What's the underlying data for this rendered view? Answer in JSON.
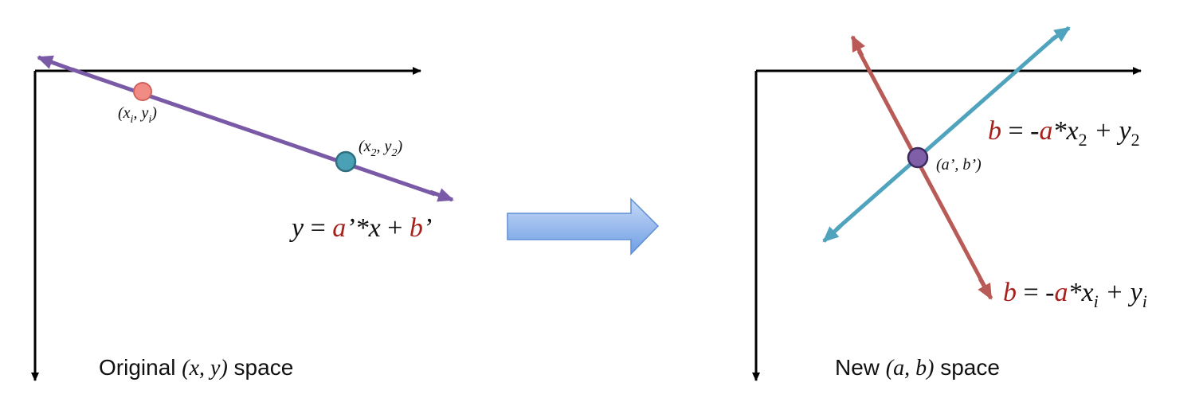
{
  "left_panel": {
    "caption": {
      "prefix": "Original ",
      "vars": "(x, y)",
      "suffix": " space"
    },
    "point1_label": {
      "open": "(x",
      "sub1": "i",
      "mid": ", y",
      "sub2": "i",
      "close": ")"
    },
    "point2_label": {
      "open": "(x",
      "sub1": "2",
      "mid": ", y",
      "sub2": "2",
      "close": ")"
    },
    "equation": {
      "lhs": "y",
      "eq": " = ",
      "a": "a",
      "times_x": "’*x",
      "plus": " + ",
      "b": "b",
      "prime": "’"
    }
  },
  "right_panel": {
    "caption": {
      "prefix": "New ",
      "vars": "(a, b)",
      "suffix": " space"
    },
    "intersection_label": "(a’, b’)",
    "eq_blue": {
      "b": "b",
      "eq": " = -",
      "a": "a",
      "x": "*x",
      "x_sub": "2",
      "plus": " + y",
      "y_sub": "2"
    },
    "eq_red": {
      "b": "b",
      "eq": " = -",
      "a": "a",
      "x": "*x",
      "x_sub": "i",
      "plus": " + y",
      "y_sub": "i"
    }
  },
  "colors": {
    "purple_line": "#7a5aa6",
    "teal_line": "#4fa3bd",
    "red_line": "#b85a55",
    "red_text": "#a6201c",
    "point1_fill": "#f08c84",
    "point2_fill": "#4aa0b5",
    "intersection_fill": "#7f5fa8",
    "arrow_light": "#b9cff3",
    "arrow_dark": "#6f9ee3"
  }
}
